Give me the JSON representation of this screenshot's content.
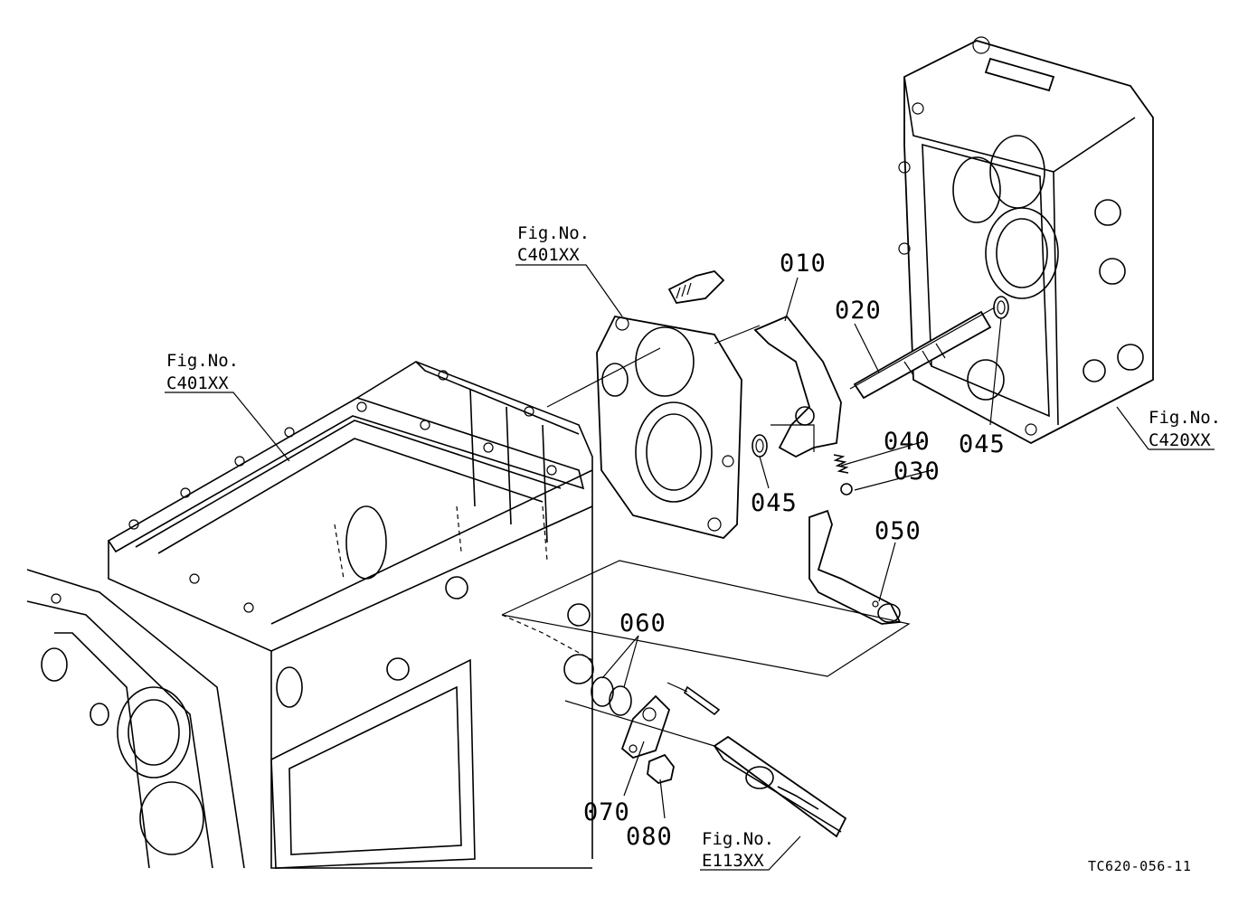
{
  "parts": {
    "p010": "010",
    "p020": "020",
    "p030": "030",
    "p040": "040",
    "p045a": "045",
    "p045b": "045",
    "p050": "050",
    "p060": "060",
    "p070": "070",
    "p080": "080"
  },
  "refs": {
    "r1": {
      "fig": "Fig.No.",
      "code": "C401XX"
    },
    "r2": {
      "fig": "Fig.No.",
      "code": "C401XX"
    },
    "r3": {
      "fig": "Fig.No.",
      "code": "C420XX"
    },
    "r4": {
      "fig": "Fig.No.",
      "code": "E113XX"
    }
  },
  "drawing_code": "TC620-056-11"
}
